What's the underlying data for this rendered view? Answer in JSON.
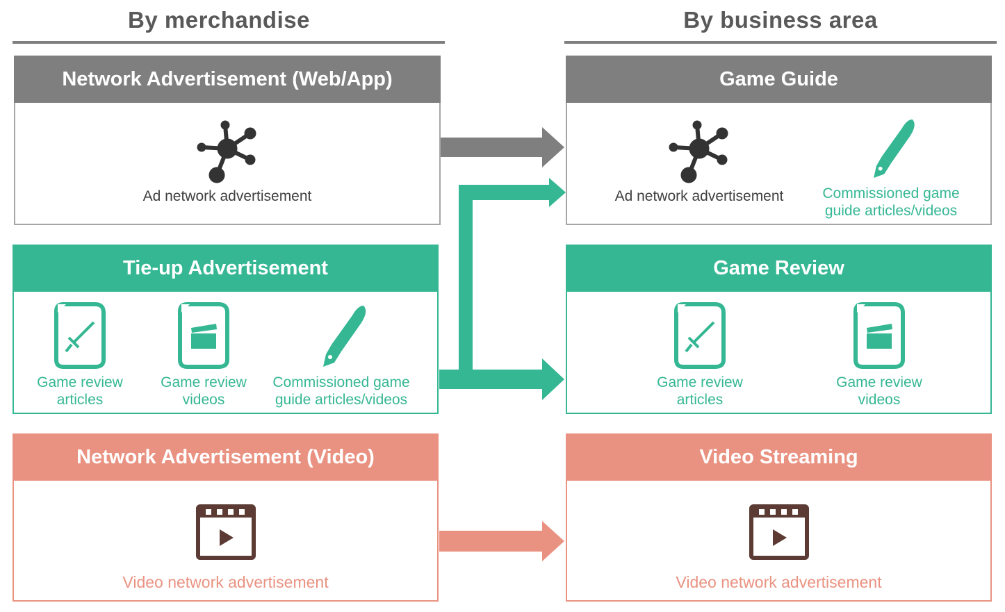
{
  "left_column": {
    "heading": "By merchandise"
  },
  "right_column": {
    "heading": "By business area"
  },
  "merchandise": [
    {
      "title": "Network Advertisement (Web/App)",
      "color": "#7f7f7f",
      "items": [
        {
          "icon": "network-node-icon",
          "line1": "Ad network advertisement",
          "line2": ""
        }
      ]
    },
    {
      "title": "Tie-up Advertisement",
      "color": "#35b793",
      "items": [
        {
          "icon": "sword-document-icon",
          "line1": "Game review",
          "line2": "articles"
        },
        {
          "icon": "clapper-document-icon",
          "line1": "Game review",
          "line2": "videos"
        },
        {
          "icon": "fountain-pen-icon",
          "line1": "Commissioned game",
          "line2": "guide articles/videos"
        }
      ]
    },
    {
      "title": "Network Advertisement (Video)",
      "color": "#ea9281",
      "items": [
        {
          "icon": "video-clapperboard-icon",
          "line1": "Video network advertisement",
          "line2": ""
        }
      ]
    }
  ],
  "business_areas": [
    {
      "title": "Game Guide",
      "color": "#7f7f7f",
      "items": [
        {
          "icon": "network-node-icon",
          "line1": "Ad network advertisement",
          "line2": ""
        },
        {
          "icon": "fountain-pen-icon",
          "line1": "Commissioned game",
          "line2": "guide articles/videos"
        }
      ]
    },
    {
      "title": "Game Review",
      "color": "#35b793",
      "items": [
        {
          "icon": "sword-document-icon",
          "line1": "Game review",
          "line2": "articles"
        },
        {
          "icon": "clapper-document-icon",
          "line1": "Game review",
          "line2": "videos"
        }
      ]
    },
    {
      "title": "Video Streaming",
      "color": "#ea9281",
      "items": [
        {
          "icon": "video-clapperboard-icon",
          "line1": "Video network advertisement",
          "line2": ""
        }
      ]
    }
  ],
  "colors": {
    "gray": "#7f7f7f",
    "green": "#35b793",
    "salmon": "#ea9281",
    "text_dark": "#404040",
    "icon_dark": "#333333",
    "icon_brown": "#5b3b33"
  }
}
